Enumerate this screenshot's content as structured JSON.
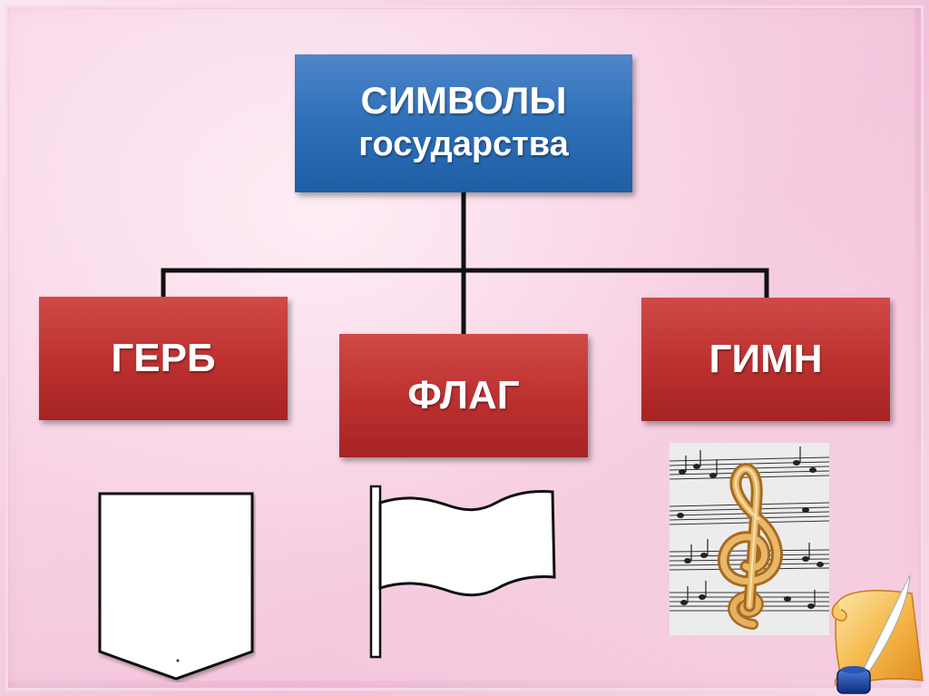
{
  "diagram": {
    "root": {
      "line1": "СИМВОЛЫ",
      "line2": "государства",
      "color": "#2d6fb8"
    },
    "children": [
      {
        "label": "ГЕРБ",
        "color": "#bb302f",
        "icon": "shield-icon"
      },
      {
        "label": "ФЛАГ",
        "color": "#bb302f",
        "icon": "flag-icon"
      },
      {
        "label": "ГИМН",
        "color": "#bb302f",
        "icon": "treble-clef-icon"
      }
    ],
    "decor": {
      "icon": "quill-scroll-icon"
    }
  }
}
